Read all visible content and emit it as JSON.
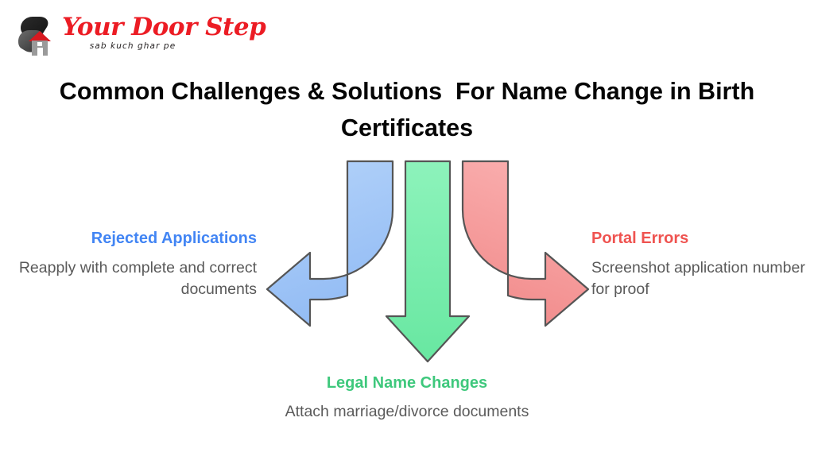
{
  "brand": {
    "name": "Your Door Step",
    "tagline": "sab kuch ghar pe",
    "logo_icon": "house-logo-icon",
    "brand_color": "#ec1c24"
  },
  "title": {
    "text": "Common Challenges & Solutions  For Name Change in Birth Certificates",
    "color": "#050505"
  },
  "diagram": {
    "type": "three-arrow-radial",
    "nodes": [
      {
        "id": "rejected-applications",
        "heading": "Rejected Applications",
        "body": "Reapply with complete and correct documents",
        "heading_color": "#4285f4",
        "arrow_fill": "#a4c8f7",
        "arrow_stroke": "#555555",
        "arrow_direction": "left",
        "arrow_shape": "curved",
        "position": "left"
      },
      {
        "id": "legal-name-changes",
        "heading": "Legal Name Changes",
        "body": "Attach marriage/divorce documents",
        "heading_color": "#3ec87c",
        "arrow_fill": "#79efae",
        "arrow_stroke": "#555555",
        "arrow_direction": "down",
        "arrow_shape": "straight",
        "position": "bottom"
      },
      {
        "id": "portal-errors",
        "heading": "Portal Errors",
        "body": "Screenshot application number for proof",
        "heading_color": "#ef5350",
        "arrow_fill": "#f79d9d",
        "arrow_stroke": "#555555",
        "arrow_direction": "right",
        "arrow_shape": "curved",
        "position": "right"
      }
    ],
    "body_text_color": "#5a5a5a",
    "background": "#ffffff"
  }
}
